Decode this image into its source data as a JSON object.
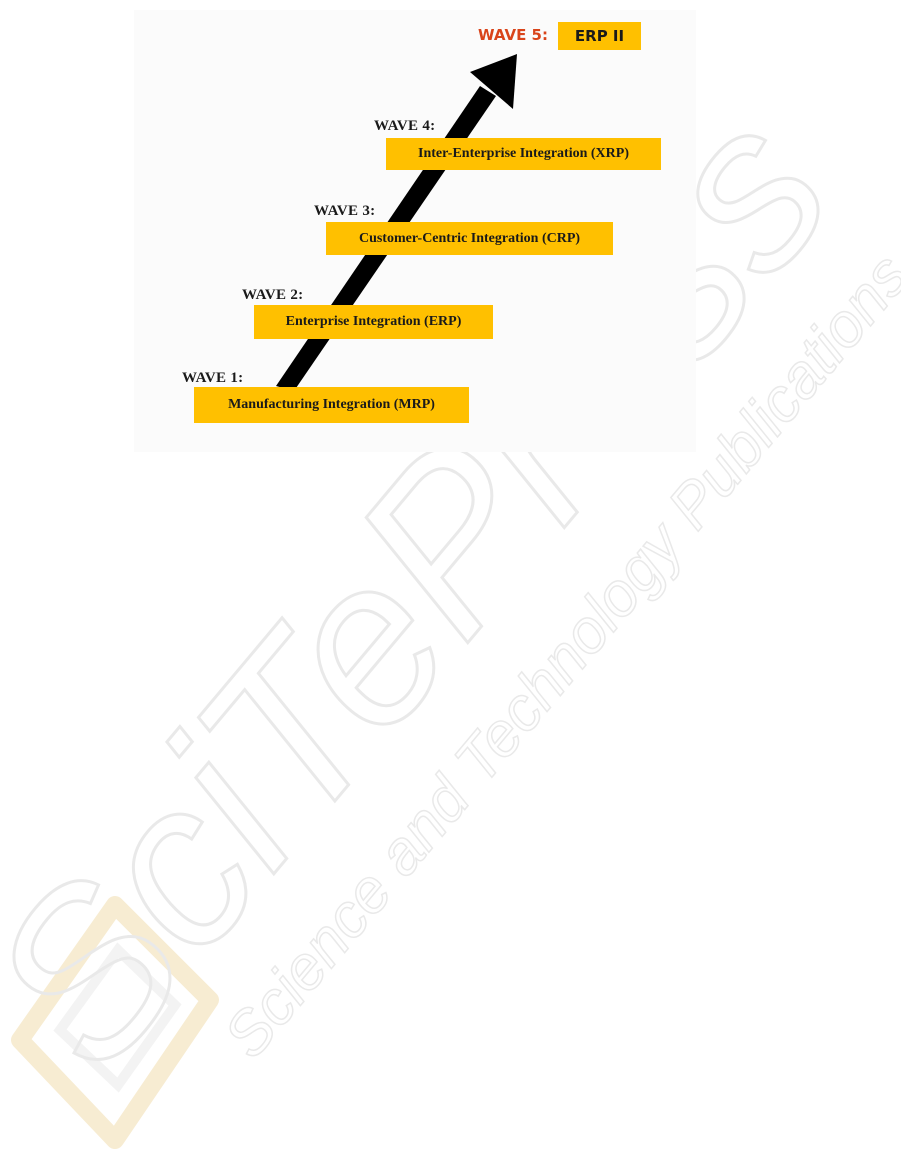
{
  "waves": [
    {
      "label": "WAVE 1:",
      "title": "Manufacturing Integration (MRP)"
    },
    {
      "label": "WAVE 2:",
      "title": "Enterprise Integration (ERP)"
    },
    {
      "label": "WAVE 3:",
      "title": "Customer-Centric Integration (CRP)"
    },
    {
      "label": "WAVE 4:",
      "title": "Inter-Enterprise Integration (XRP)"
    }
  ],
  "wave5": {
    "label": "WAVE 5:",
    "title": "ERP II"
  },
  "watermark": {
    "brand": "SciTePress",
    "tagline": "Science and Technology Publications"
  },
  "colors": {
    "box_fill": "#ffc000",
    "wave5_label": "#d9441a",
    "arrow": "#000000",
    "watermark": "#e6e6e6"
  }
}
